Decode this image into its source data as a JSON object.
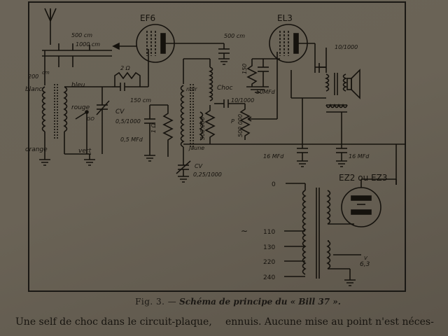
{
  "figure": {
    "tubes": {
      "ef6": "EF6",
      "el3": "EL3",
      "rectifier": "EZ2 ou EZ3"
    },
    "labels": {
      "cap_500cm_top": "500 cm",
      "cap_1000cm": "1000 cm",
      "cap_200cm": "200",
      "cap_200cm_unit": "cm",
      "wire_blanc": "blanc",
      "wire_bleu": "bleu",
      "wire_rouge": "rouge",
      "wire_vert": "vert",
      "wire_orange": "orange",
      "cv1": "CV",
      "cv1_value": "0,5/1000",
      "go_label": "GO",
      "res_2ohm": "2 Ω",
      "cap_150cm": "150 cm",
      "cap_05mfd": "0,5 MFd",
      "res_1ohm": "1 Ω",
      "wire_noir": "noir",
      "wire_jaune": "jaune",
      "res_300000": "300.000",
      "cv2": "CV",
      "cv2_value": "0,25/1000",
      "choc": "Choc",
      "cap_500cm_mid": "500 cm",
      "cap_10_1000_mid": "10/1000",
      "res_500000": "500 000",
      "pot_p": "P",
      "res_150": "150",
      "cap_50mfd": "50MFd",
      "cap_10_1000_right": "10/1000",
      "cap_16mfd_left": "16 MFd",
      "cap_16mfd_right": "16 MFd",
      "tap_0": "0",
      "tap_110": "110",
      "tap_130": "130",
      "tap_220": "220",
      "tap_240": "240",
      "heater_63": "6,3",
      "heater_v": "V",
      "ac_symbol": "∼"
    },
    "caption_fig": "Fig. 3. —",
    "caption_title": "Schéma de principe du « Bill 37 »."
  },
  "body": {
    "col1": "Une self de choc dans le circuit-plaque,",
    "col2": "ennuis. Aucune mise au point n'est néces-"
  },
  "colors": {
    "paper": "#6a6356",
    "ink": "#15120d"
  }
}
